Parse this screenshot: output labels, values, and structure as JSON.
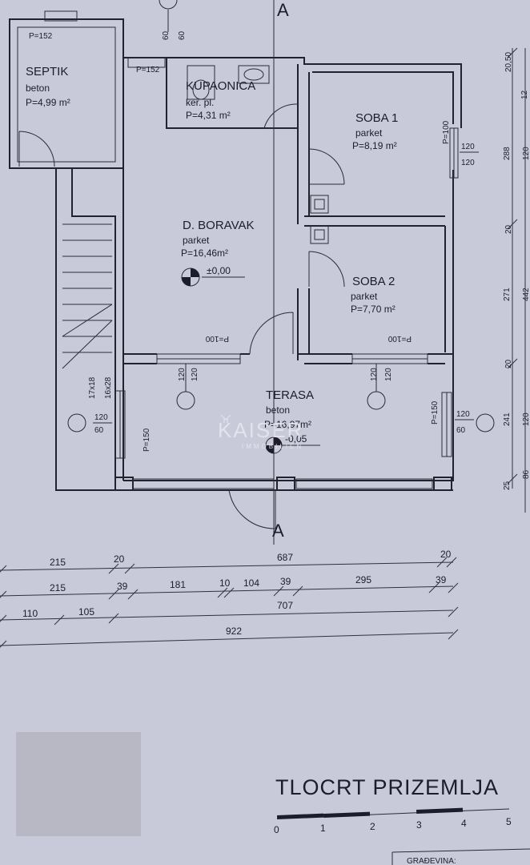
{
  "plan": {
    "title": "TLOCRT PRIZEMLJA",
    "section_marker": "A",
    "rooms": [
      {
        "name": "SEPTIK",
        "material": "beton",
        "area": "P=4,99 m²"
      },
      {
        "name": "KUPAONICA",
        "material": "ker. pl.",
        "area": "P=4,31 m²"
      },
      {
        "name": "SOBA 1",
        "material": "parket",
        "area": "P=8,19 m²"
      },
      {
        "name": "D. BORAVAK",
        "material": "parket",
        "area": "P=16,46m²"
      },
      {
        "name": "SOBA 2",
        "material": "parket",
        "area": "P=7,70 m²"
      },
      {
        "name": "TERASA",
        "material": "beton",
        "area": "P=16,97m²"
      }
    ],
    "level": "±0,00",
    "level_terrace": "-0,05",
    "stairs": [
      "17x18",
      "16x28"
    ],
    "openings": {
      "p152_a": "P=152",
      "p152_b": "P=152",
      "p100_soba1": "P=100",
      "p100_boravak": "P=100",
      "p100_soba2": "P=100",
      "p150_right": "P=150",
      "p150_left": "P=150",
      "w120": "120",
      "w60": "60"
    },
    "dims_bottom": {
      "row1": [
        "215",
        "20",
        "687",
        "20"
      ],
      "row2": [
        "215",
        "39",
        "181",
        "10",
        "104",
        "39",
        "295",
        "39"
      ],
      "row3": [
        "110",
        "105",
        "707"
      ],
      "row4": [
        "922"
      ]
    },
    "dims_right": [
      "20,50",
      "12",
      "120",
      "288",
      "20",
      "271",
      "442",
      "20",
      "120",
      "241",
      "86",
      "25"
    ],
    "watermark": {
      "brand": "KAISER",
      "sub": "IMMOBILIEN"
    },
    "scale": {
      "labels": [
        "0",
        "1",
        "2",
        "3",
        "4",
        "5"
      ]
    },
    "titleblock": {
      "label": "GRAĐEVINA:"
    }
  }
}
